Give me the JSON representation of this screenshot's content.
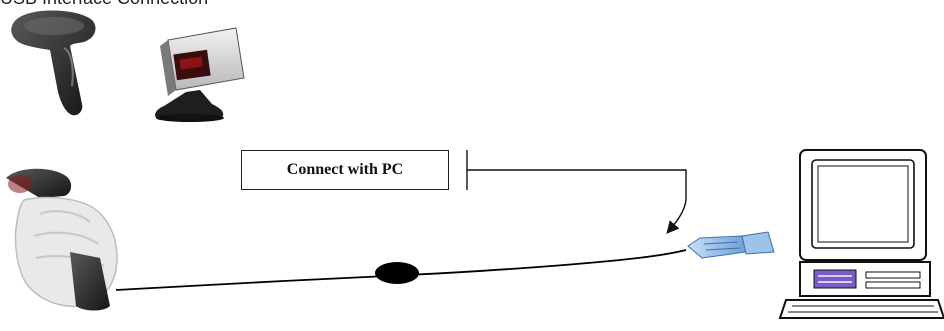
{
  "heading": "USB Interface Connection",
  "connection_label": "Connect with PC",
  "devices": {
    "handheld_scanner": "handheld-barcode-scanner",
    "presentation_scanner": "presentation-barcode-scanner",
    "hand_held_in_use": "scanner-in-hand",
    "usb_plug": "usb-connector",
    "pc": "desktop-computer"
  },
  "colors": {
    "cable": "#000000",
    "usb_plug": "#8fb8e6",
    "scanner_body": "#2b2b2b"
  }
}
